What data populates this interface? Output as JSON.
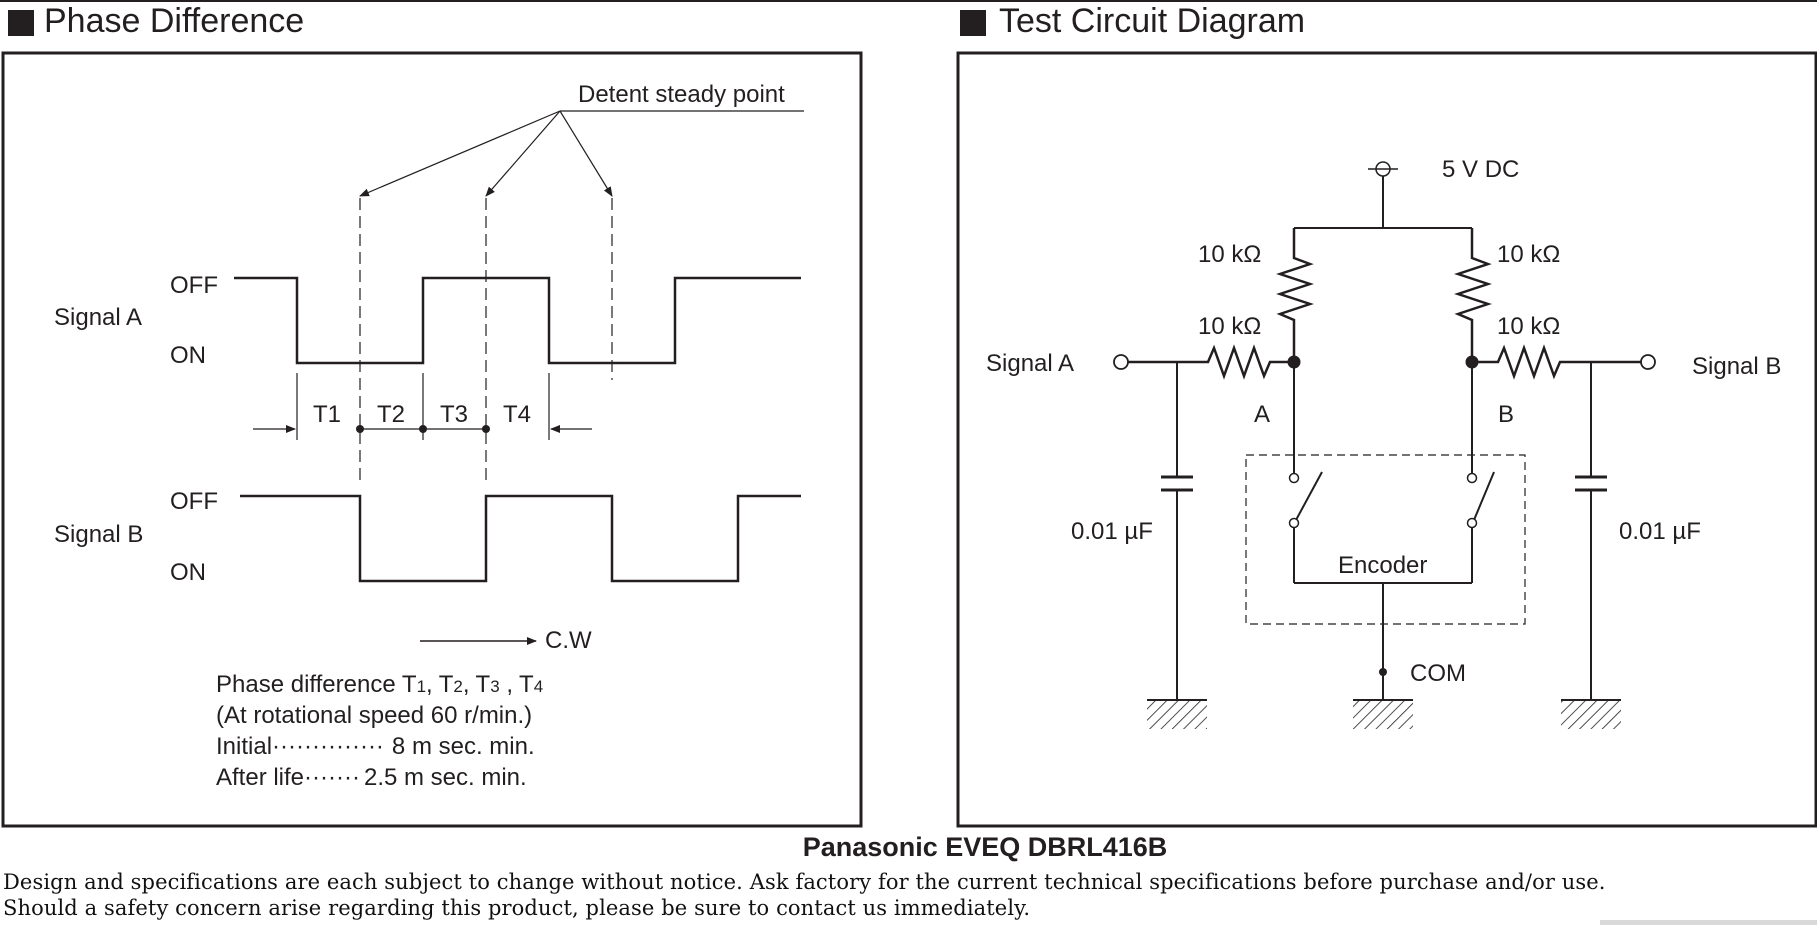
{
  "phase": {
    "title": "Phase Difference",
    "detent_label": "Detent steady point",
    "signal_a": "Signal A",
    "signal_b": "Signal B",
    "off": "OFF",
    "on": "ON",
    "t1": "T1",
    "t2": "T2",
    "t3": "T3",
    "t4": "T4",
    "direction": "C.W",
    "note_line1_prefix": "Phase difference T",
    "sub1": "1",
    "sub2": "2",
    "sub3": "3",
    "sub4": "4",
    "comma": ",",
    "comma_spaced": " ,",
    "t_letter": "T",
    "note_line2": "(At rotational speed 60 r/min.)",
    "note_line3_label": "Initial",
    "note_line3_dots": "··············",
    "note_line3_value": "8 m sec. min.",
    "note_line4_label": "After life",
    "note_line4_dots": "·······",
    "note_line4_value": "2.5 m sec. min."
  },
  "circuit": {
    "title": "Test Circuit Diagram",
    "supply": "5 V DC",
    "r_top_left": "10 kΩ",
    "r_top_right": "10 kΩ",
    "r_series_left": "10 kΩ",
    "r_series_right": "10 kΩ",
    "signal_a": "Signal A",
    "signal_b": "Signal B",
    "node_a": "A",
    "node_b": "B",
    "cap_left": "0.01 µF",
    "cap_right": "0.01 µF",
    "encoder": "Encoder",
    "com": "COM"
  },
  "footer": {
    "product": "Panasonic EVEQ DBRL416B",
    "product_color": "#e5007f",
    "line1": "Design and specifications are each subject to change without notice. Ask factory for the current technical specifications before purchase and/or use.",
    "line2": "Should a safety concern arise regarding this product, please be sure to contact us immediately."
  }
}
